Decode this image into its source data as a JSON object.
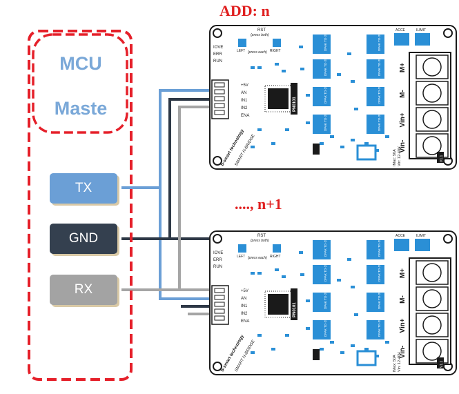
{
  "diagram": {
    "mcu": {
      "title_line1": "MCU",
      "title_line2": "Maste",
      "pins": [
        {
          "label": "TX",
          "color": "#6b9fd6"
        },
        {
          "label": "GND",
          "color": "#34404f"
        },
        {
          "label": "RX",
          "color": "#a3a3a3"
        }
      ],
      "border_color": "#e5202a"
    },
    "boards": [
      {
        "address_label": "ADD: n"
      },
      {
        "address_label": "...., n+1"
      }
    ],
    "board_text": {
      "rst": "RST",
      "press_both": "(press  both)",
      "left": "LEFT",
      "right": "RIGHT",
      "press_each": "(press each)",
      "iove": "IOVE",
      "err": "ERR",
      "run": "RUN",
      "accel": "ACCE",
      "ilimit": "ILIMIT",
      "pins": [
        "+5V",
        "AN",
        "IN1",
        "IN2",
        "ENA"
      ],
      "chip": "PN0101",
      "brand": "b-smart technology",
      "product": "SMART H-BRIDGE",
      "ic_text": "DPAK TO-252",
      "terminals": [
        "M+",
        "M-",
        "Vin+",
        "Vin-"
      ],
      "rating_line1": "IMax: 50A",
      "rating_line2": "Vin: 12-40V",
      "version": "V1.1"
    },
    "wire_colors": {
      "tx": "#6b9fd6",
      "gnd": "#2e3846",
      "rx": "#a5a5a5"
    }
  }
}
